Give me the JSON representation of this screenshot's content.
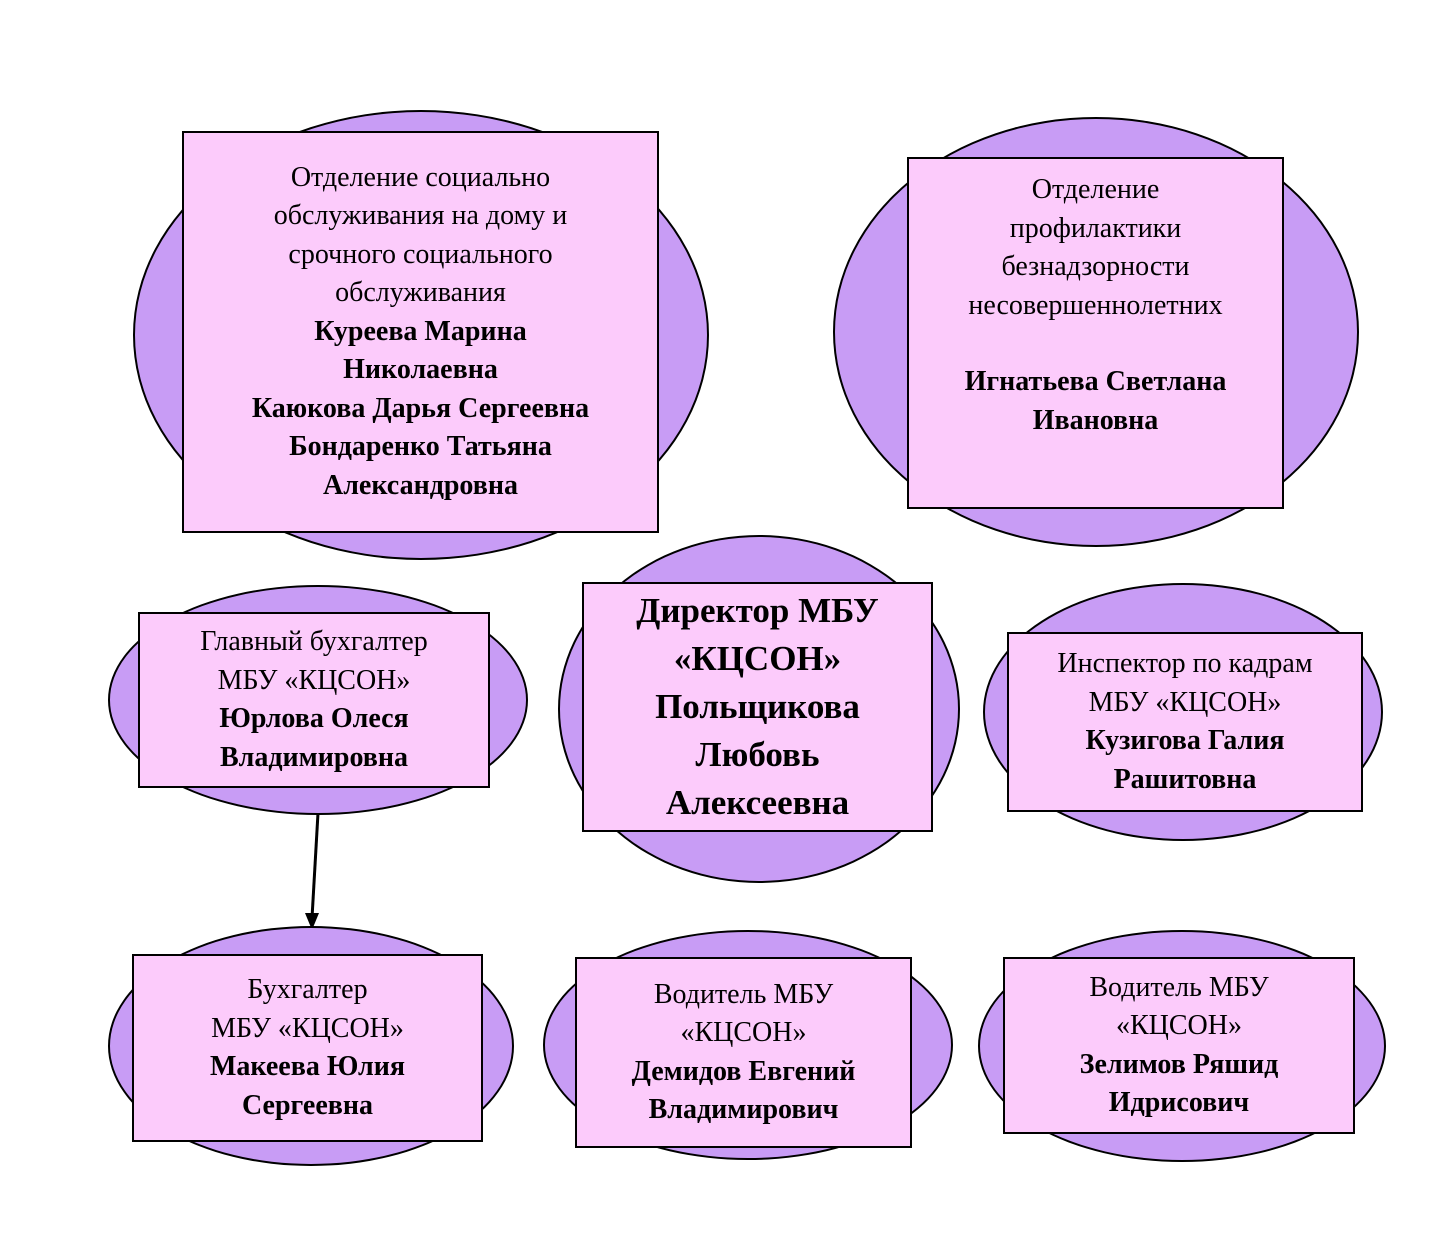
{
  "colors": {
    "ellipse_fill": "#c89cf5",
    "box_fill": "#fccbfb",
    "border": "#000000"
  },
  "nodes": {
    "social_service": {
      "lines": [
        "Отделение социально",
        "обслуживания на дому и",
        "срочного социального",
        "обслуживания"
      ],
      "names": [
        "Куреева Марина",
        "Николаевна",
        "Каюкова Дарья Сергеевна",
        "Бондаренко Татьяна",
        "Александровна"
      ]
    },
    "prevention": {
      "lines": [
        "Отделение",
        "профилактики",
        "безнадзорности",
        "несовершеннолетних"
      ],
      "names": [
        "Игнатьева Светлана",
        "Ивановна"
      ]
    },
    "chief_accountant": {
      "lines": [
        "Главный бухгалтер",
        "МБУ «КЦСОН»"
      ],
      "names": [
        "Юрлова Олеся",
        "Владимировна"
      ]
    },
    "director": {
      "names": [
        "Директор МБУ",
        "«КЦСОН»",
        "Польщикова",
        "Любовь",
        "Алексеевна"
      ]
    },
    "hr_inspector": {
      "lines": [
        "Инспектор по кадрам",
        "МБУ «КЦСОН»"
      ],
      "names": [
        "Кузигова Галия",
        "Рашитовна"
      ]
    },
    "accountant": {
      "lines": [
        "Бухгалтер",
        "МБУ «КЦСОН»"
      ],
      "names": [
        "Макеева Юлия",
        "Сергеевна"
      ]
    },
    "driver_1": {
      "lines": [
        "Водитель МБУ",
        "«КЦСОН»"
      ],
      "names": [
        "Демидов Евгений",
        "Владимирович"
      ]
    },
    "driver_2": {
      "lines": [
        "Водитель МБУ",
        "«КЦСОН»"
      ],
      "names": [
        "Зелимов Ряшид",
        "Идрисович"
      ]
    }
  }
}
